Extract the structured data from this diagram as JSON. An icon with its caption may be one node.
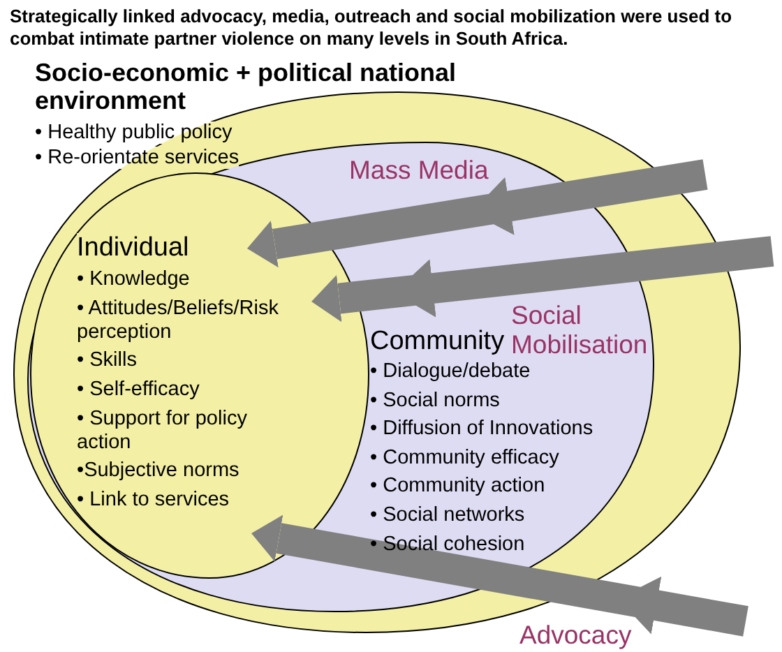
{
  "diagram": {
    "title": "Strategically linked advocacy, media, outreach and social mobilization were used to combat intimate partner violence on many levels in South Africa.",
    "nodes": [
      {
        "text": [
          "Socio-economic + political national environment",
          "• Healthy public policy",
          "• Re-orientate services"
        ]
      },
      {
        "text": [
          "Community",
          "• Dialogue/debate",
          "• Social norms",
          "• Diffusion of Innovations",
          "• Community efficacy",
          "• Community action",
          "• Social networks",
          "• Social cohesion"
        ],
        "in": 0
      },
      {
        "text": [
          "Individual",
          "• Knowledge",
          "• Attitudes/Beliefs/Risk perception",
          "• Skills",
          "• Self-efficacy",
          "• Support for policy action",
          "•Subjective norms",
          "• Link to services"
        ],
        "in": 1
      }
    ],
    "edges": [
      {
        "from": null,
        "to": 2,
        "arrow": "to",
        "label": "Mass Media"
      },
      {
        "from": null,
        "to": 2,
        "arrow": "to",
        "label": "Social Mobilisation"
      },
      {
        "from": null,
        "to": 2,
        "arrow": "to",
        "label": "Advocacy"
      }
    ]
  }
}
